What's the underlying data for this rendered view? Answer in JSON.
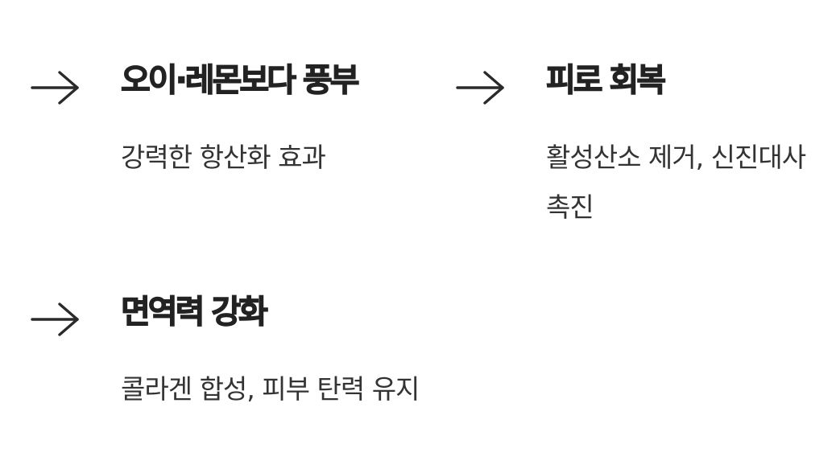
{
  "colors": {
    "text": "#2a2a2a",
    "background": "#ffffff"
  },
  "benefits": [
    {
      "icon": "arrow-right-icon",
      "title": "오이·레몬보다 풍부",
      "description": "강력한 항산화 효과"
    },
    {
      "icon": "arrow-right-icon",
      "title": "피로 회복",
      "description": "활성산소 제거, 신진대사 촉진"
    },
    {
      "icon": "arrow-right-icon",
      "title": "면역력 강화",
      "description": "콜라겐 합성, 피부 탄력 유지"
    }
  ]
}
